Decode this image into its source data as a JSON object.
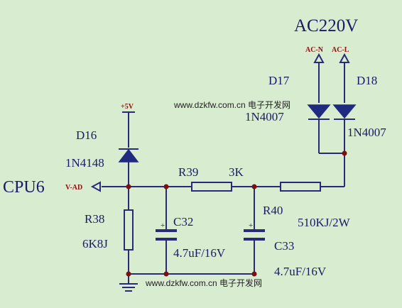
{
  "labels": {
    "supply": "AC220V",
    "ac_n": "AC-N",
    "ac_l": "AC-L",
    "d17": "D17",
    "d18": "D18",
    "d17_part": "1N4007",
    "d18_part": "1N4007",
    "vcc": "+5V",
    "d16": "D16",
    "d16_part": "1N4148",
    "cpu": "CPU6",
    "vad": "V-AD",
    "r39": "R39",
    "r39_value": "3K",
    "r40": "R40",
    "r40_value": "510KJ/2W",
    "r38": "R38",
    "r38_value": "6K8J",
    "c32": "C32",
    "c32_value": "4.7uF/16V",
    "c33": "C33",
    "c33_value": "4.7uF/16V",
    "plus_c32": "+",
    "plus_c33": "+"
  },
  "watermarks": {
    "top": "www.dzkfw.com.cn 电子开发网",
    "bottom": "www.dzkfw.com.cn 电子开发网"
  }
}
